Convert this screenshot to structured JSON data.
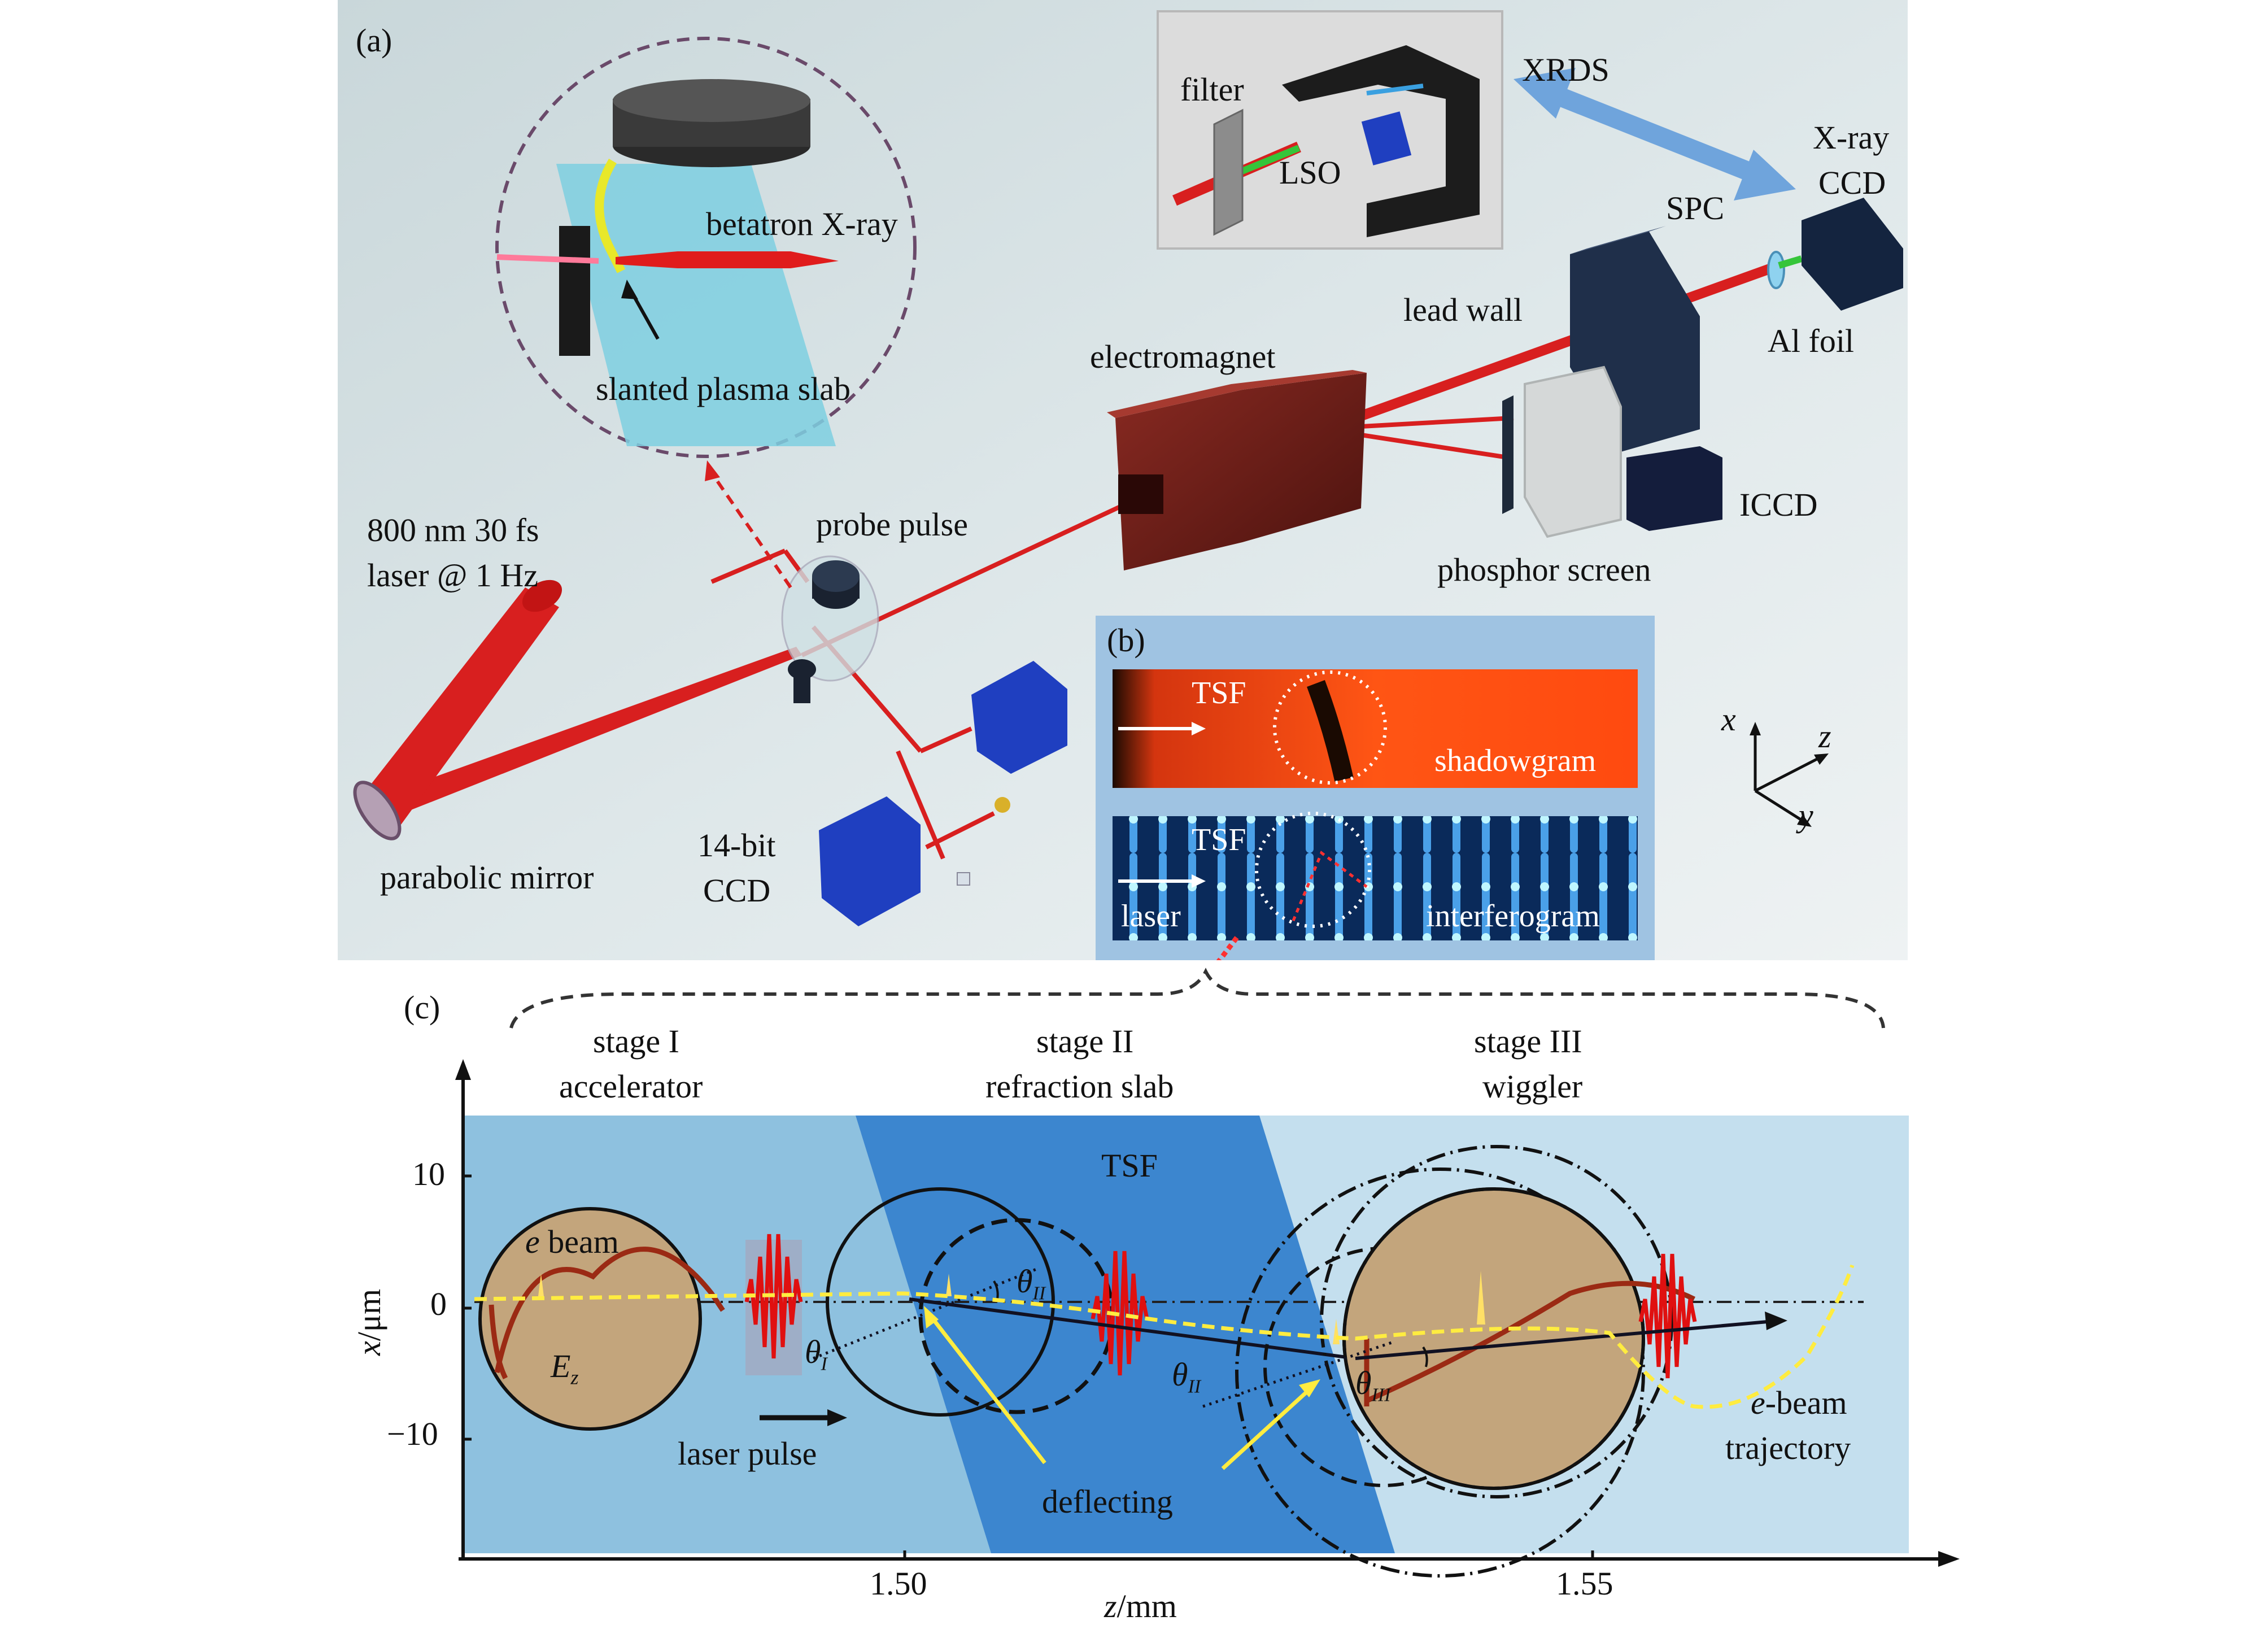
{
  "panels": {
    "a_label": "(a)",
    "b_label": "(b)",
    "c_label": "(c)"
  },
  "setup_labels": {
    "filter": "filter",
    "lso": "LSO",
    "xrds": "XRDS",
    "xray_ccd_1": "X-ray",
    "xray_ccd_2": "CCD",
    "spc": "SPC",
    "lead_wall": "lead wall",
    "al_foil": "Al foil",
    "electromagnet": "electromagnet",
    "betatron": "betatron X-ray",
    "slanted_slab": "slanted plasma slab",
    "laser_spec_1": "800 nm 30 fs",
    "laser_spec_2": "laser @ 1 Hz",
    "probe_pulse": "probe pulse",
    "iccd": "ICCD",
    "phosphor": "phosphor screen",
    "parabolic": "parabolic mirror",
    "ccd14_1": "14-bit",
    "ccd14_2": "CCD"
  },
  "inset_b": {
    "tsf_top": "TSF",
    "shadowgram": "shadowgram",
    "tsf_bottom": "TSF",
    "laser": "laser",
    "interferogram": "interferogram"
  },
  "axes_3d": {
    "x": "x",
    "y": "y",
    "z": "z"
  },
  "stages": {
    "s1_title": "stage I",
    "s1_sub": "accelerator",
    "s2_title": "stage II",
    "s2_sub": "refraction slab",
    "s3_title": "stage III",
    "s3_sub": "wiggler"
  },
  "panel_c": {
    "tsf": "TSF",
    "e_beam_e": "e",
    "e_beam_rest": " beam",
    "ez_main": "E",
    "ez_sub": "z",
    "theta_I": "I",
    "theta_II_a": "II",
    "theta_II_b": "II",
    "theta_III": "III",
    "theta_symbol": "θ",
    "laser_pulse": "laser pulse",
    "deflecting": "deflecting",
    "traj_e": "e",
    "traj_rest": "-beam",
    "traj_2": "trajectory",
    "ylabel_x": "x",
    "ylabel_unit": "/μm",
    "xlabel_z": "z",
    "xlabel_unit": "/mm",
    "yticks": [
      "10",
      "0",
      "−10"
    ],
    "xticks": [
      "1.50",
      "1.55"
    ]
  },
  "colors": {
    "setup_bg": "#d6e3e6",
    "laser_red": "#d81f1f",
    "panel_light": "#8ec1df",
    "panel_mid": "#3c86cf",
    "panel_pale": "#c4dfee",
    "bubble_fill": "#c3a57c",
    "ccd_blue": "#1e3fb0"
  }
}
